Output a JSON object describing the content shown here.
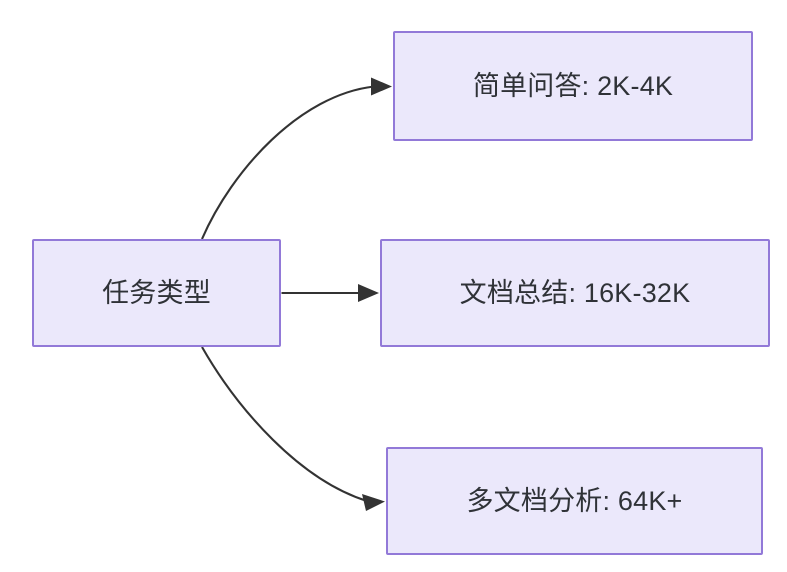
{
  "diagram": {
    "background_color": "#ffffff",
    "node_fill": "#ebe8fb",
    "node_border": "#9279d8",
    "node_text_color": "#2f3237",
    "edge_color": "#333333",
    "source": {
      "label": "任务类型"
    },
    "targets": [
      {
        "label": "简单问答: 2K-4K"
      },
      {
        "label": "文档总结: 16K-32K"
      },
      {
        "label": "多文档分析: 64K+"
      }
    ],
    "edges": [
      {
        "from": "任务类型",
        "to": "简单问答: 2K-4K",
        "style": "curved",
        "arrow": "arrowhead-icon"
      },
      {
        "from": "任务类型",
        "to": "文档总结: 16K-32K",
        "style": "straight",
        "arrow": "arrowhead-icon"
      },
      {
        "from": "任务类型",
        "to": "多文档分析: 64K+",
        "style": "curved",
        "arrow": "arrowhead-icon"
      }
    ]
  }
}
